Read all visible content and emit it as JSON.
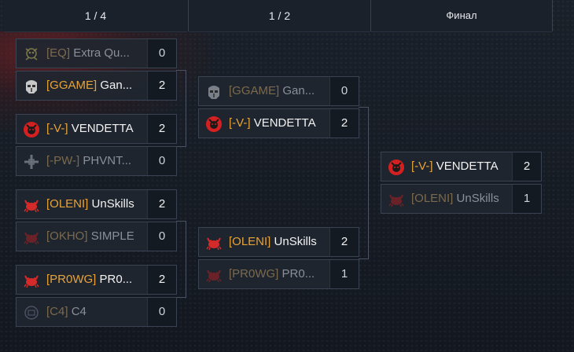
{
  "rounds": [
    {
      "label": "1 / 4"
    },
    {
      "label": "1 / 2"
    },
    {
      "label": "Финал"
    }
  ],
  "quarterfinals": [
    {
      "top": {
        "tag": "[EQ]",
        "team": "Extra Qu...",
        "score": "0",
        "result": "loser",
        "logo": "skull-icon"
      },
      "bottom": {
        "tag": "[GGAME]",
        "team": "Gan...",
        "score": "2",
        "result": "winner",
        "logo": "helmet-icon"
      }
    },
    {
      "top": {
        "tag": "[-V-]",
        "team": "VENDETTA",
        "score": "2",
        "result": "winner",
        "logo": "vendetta-icon"
      },
      "bottom": {
        "tag": "[-PW-]",
        "team": "PHVNT...",
        "score": "0",
        "result": "loser",
        "logo": "cross-icon"
      }
    },
    {
      "top": {
        "tag": "[OLENI]",
        "team": "UnSkills",
        "score": "2",
        "result": "winner",
        "logo": "crab-icon"
      },
      "bottom": {
        "tag": "[OKHO]",
        "team": "SIMPLE",
        "score": "0",
        "result": "loser",
        "logo": "crab-icon"
      }
    },
    {
      "top": {
        "tag": "[PR0WG]",
        "team": "PR0...",
        "score": "2",
        "result": "winner",
        "logo": "crab-icon"
      },
      "bottom": {
        "tag": "[C4]",
        "team": "C4",
        "score": "0",
        "result": "loser",
        "logo": "c4-icon"
      }
    }
  ],
  "semifinals": [
    {
      "top": {
        "tag": "[GGAME]",
        "team": "Gan...",
        "score": "0",
        "result": "loser",
        "logo": "helmet-icon"
      },
      "bottom": {
        "tag": "[-V-]",
        "team": "VENDETTA",
        "score": "2",
        "result": "winner",
        "logo": "vendetta-icon"
      }
    },
    {
      "top": {
        "tag": "[OLENI]",
        "team": "UnSkills",
        "score": "2",
        "result": "winner",
        "logo": "crab-icon"
      },
      "bottom": {
        "tag": "[PR0WG]",
        "team": "PR0...",
        "score": "1",
        "result": "loser",
        "logo": "crab-icon"
      }
    }
  ],
  "final": [
    {
      "top": {
        "tag": "[-V-]",
        "team": "VENDETTA",
        "score": "2",
        "result": "winner",
        "logo": "vendetta-icon"
      },
      "bottom": {
        "tag": "[OLENI]",
        "team": "UnSkills",
        "score": "1",
        "result": "loser",
        "logo": "crab-icon"
      }
    }
  ]
}
